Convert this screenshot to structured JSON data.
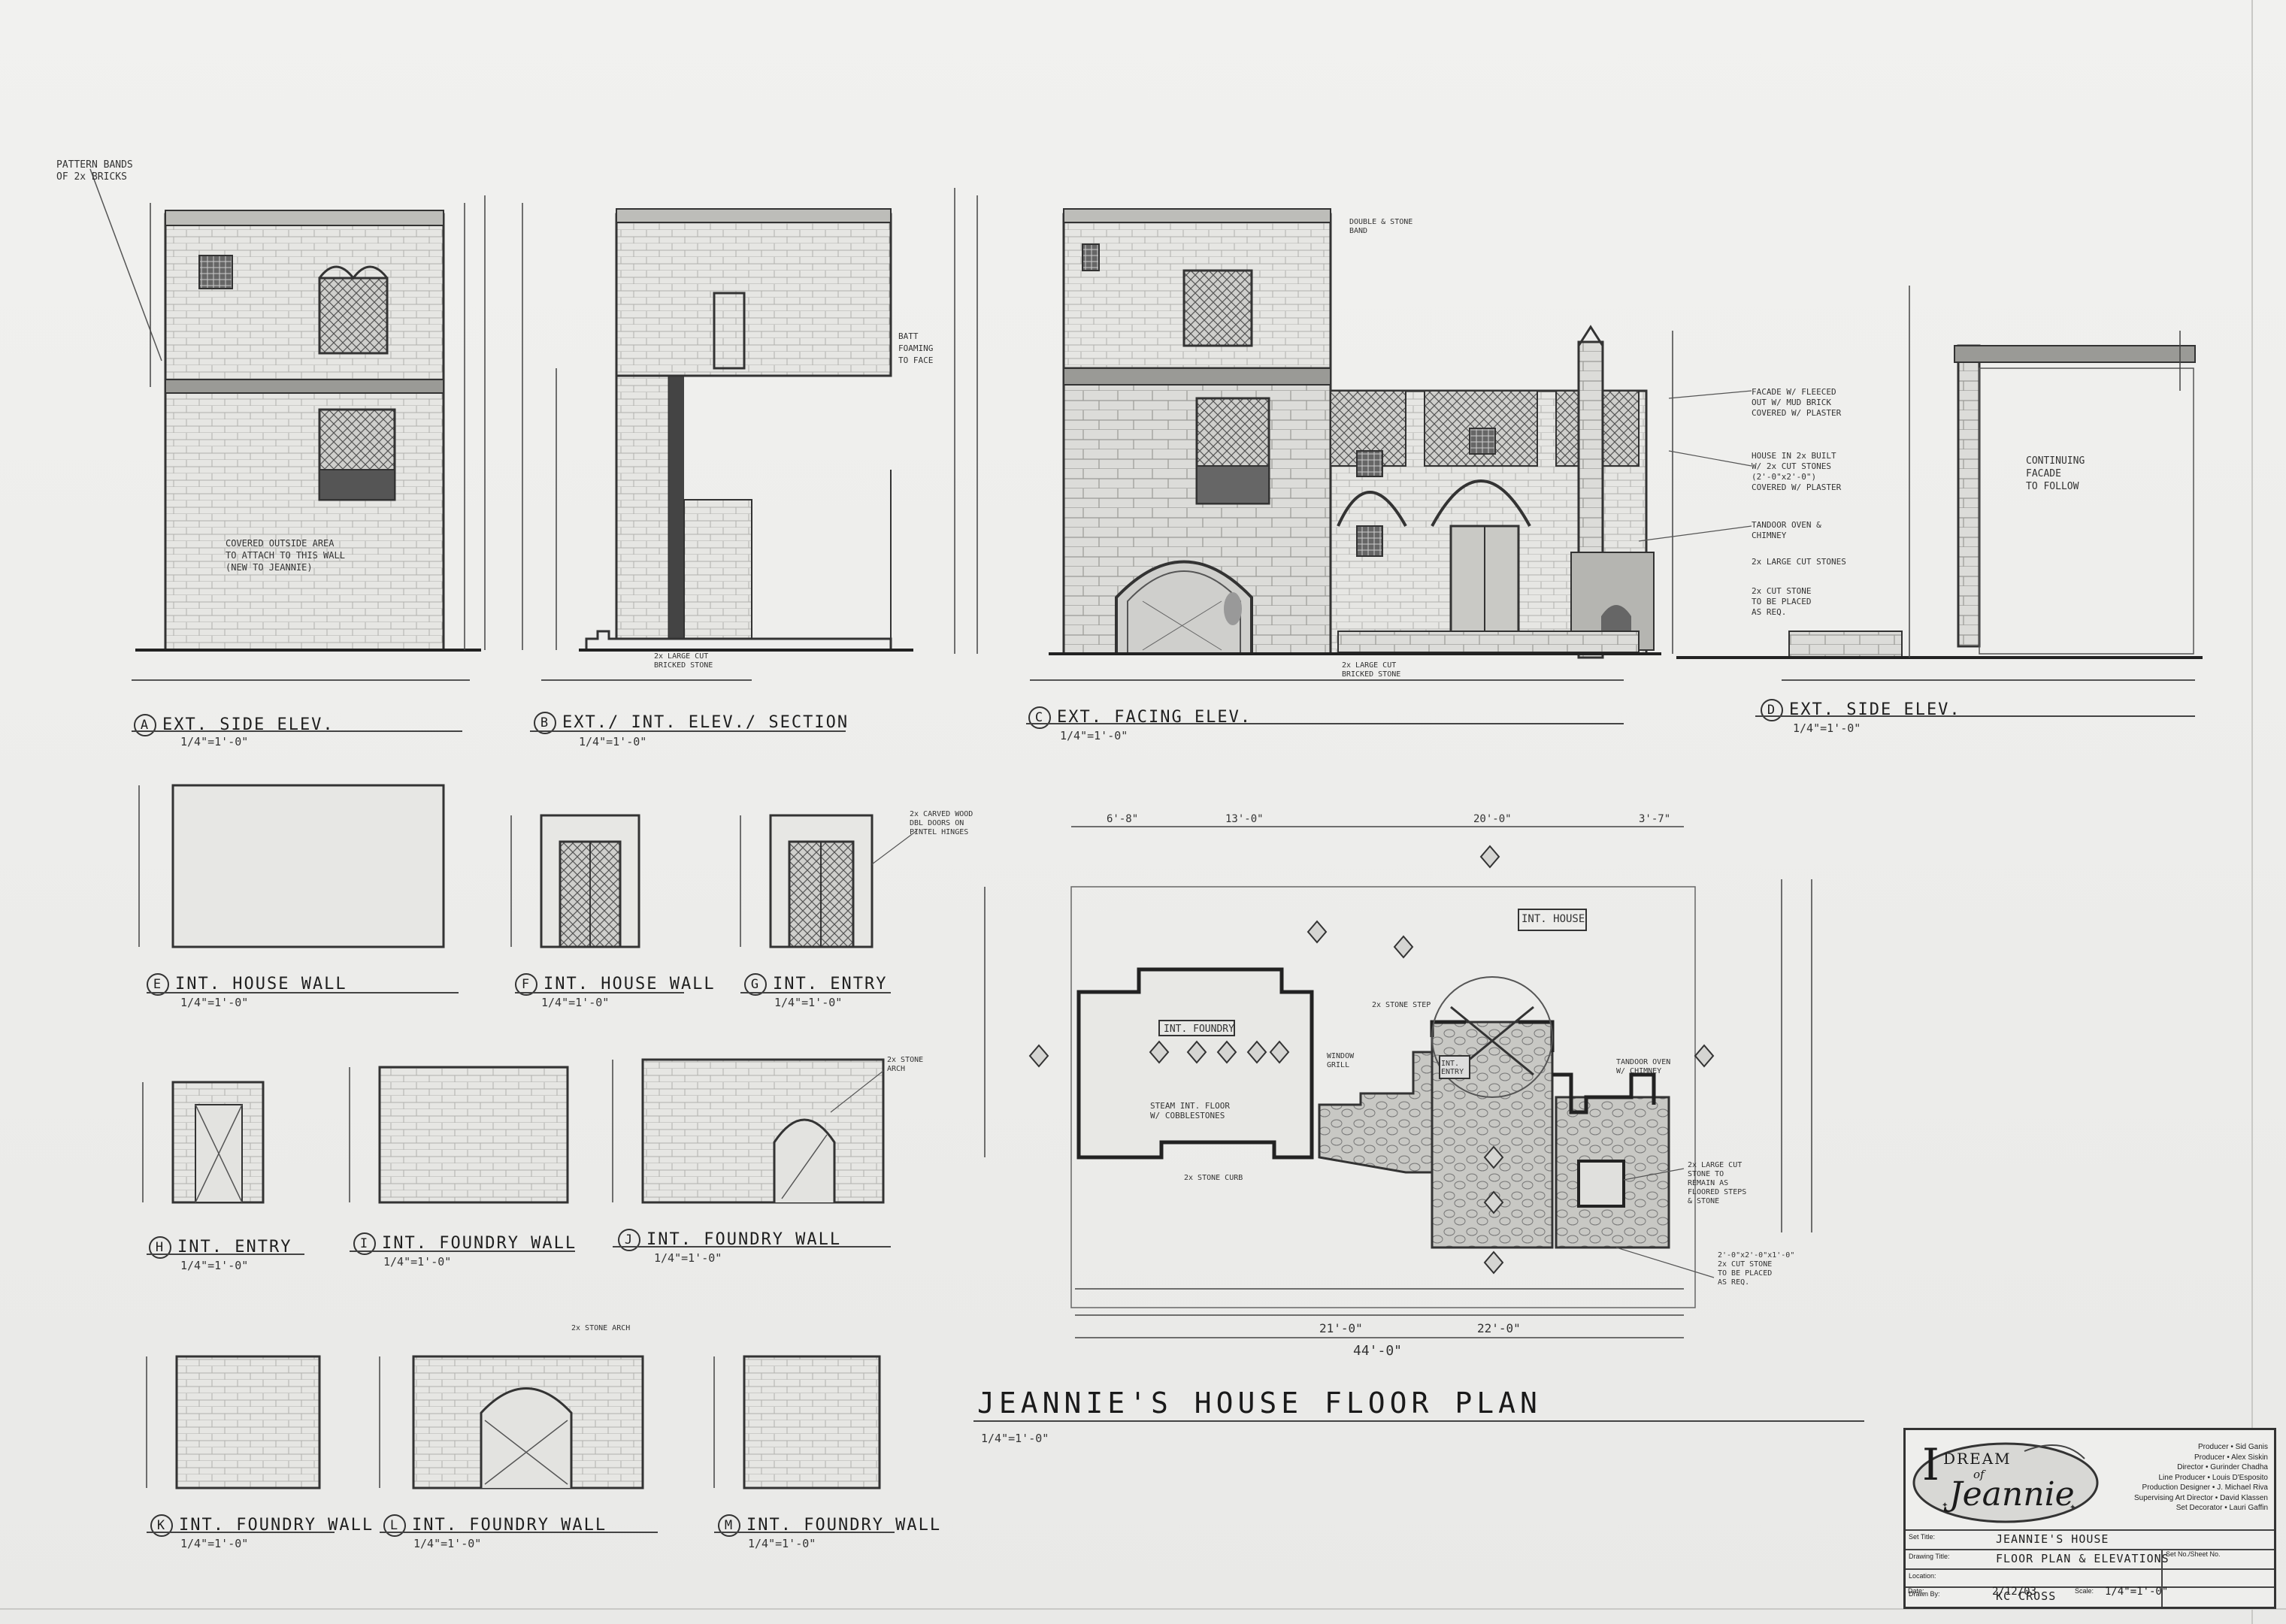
{
  "elevations": [
    {
      "letter": "A",
      "title": "EXT. SIDE ELEV.",
      "scale": "1/4\"=1'-0\""
    },
    {
      "letter": "B",
      "title": "EXT./ INT. ELEV./ SECTION",
      "scale": "1/4\"=1'-0\""
    },
    {
      "letter": "C",
      "title": "EXT. FACING ELEV.",
      "scale": "1/4\"=1'-0\""
    },
    {
      "letter": "D",
      "title": "EXT. SIDE ELEV.",
      "scale": "1/4\"=1'-0\""
    }
  ],
  "interior_walls": [
    {
      "letter": "E",
      "title": "INT. HOUSE WALL",
      "scale": "1/4\"=1'-0\""
    },
    {
      "letter": "F",
      "title": "INT. HOUSE WALL",
      "scale": "1/4\"=1'-0\""
    },
    {
      "letter": "G",
      "title": "INT. ENTRY",
      "scale": "1/4\"=1'-0\""
    },
    {
      "letter": "H",
      "title": "INT. ENTRY",
      "scale": "1/4\"=1'-0\""
    },
    {
      "letter": "I",
      "title": "INT. FOUNDRY WALL",
      "scale": "1/4\"=1'-0\""
    },
    {
      "letter": "J",
      "title": "INT. FOUNDRY WALL",
      "scale": "1/4\"=1'-0\""
    },
    {
      "letter": "K",
      "title": "INT. FOUNDRY WALL",
      "scale": "1/4\"=1'-0\""
    },
    {
      "letter": "L",
      "title": "INT. FOUNDRY WALL",
      "scale": "1/4\"=1'-0\""
    },
    {
      "letter": "M",
      "title": "INT. FOUNDRY WALL",
      "scale": "1/4\"=1'-0\""
    }
  ],
  "floor_plan": {
    "title": "JEANNIE'S HOUSE FLOOR PLAN",
    "scale": "1/4\"=1'-0\"",
    "rooms": [
      "INT. HOUSE",
      "INT. FOUNDRY",
      "INT. ENTRY"
    ],
    "overall_dim": "44'-0\"",
    "dims_top": [
      "6'-8\"",
      "13'-0\"",
      "20'-0\"",
      "3'-7\""
    ],
    "dims_bottom": [
      "21'-0\"",
      "22'-0\""
    ]
  },
  "notes": {
    "a_top": "PATTERN BANDS\nOF 2x BRICKS",
    "a_wall": "COVERED OUTSIDE AREA\nTO ATTACH TO THIS WALL\n(NEW TO JEANNIE)",
    "b_side": "BATT\nFOAMING\nTO FACE",
    "b_stair": "2x LARGE CUT\nBRICKED STONE",
    "c_top": "DOUBLE & STONE\nBAND",
    "c_facade": "FACADE W/ FLEECED\nOUT W/ MUD BRICK\nCOVERED W/ PLASTER",
    "c_house": "HOUSE IN 2x BUILT\nW/ 2x CUT STONES\n(2'-0\"x2'-0\")\nCOVERED W/ PLASTER",
    "c_chimney": "TANDOOR OVEN &\nCHIMNEY",
    "c_stone": "2x LARGE CUT STONES",
    "c_cut": "2x CUT STONE\nTO BE PLACED\nAS REQ.",
    "c_bottom": "2x LARGE CUT\nBRICKED STONE",
    "d_note": "CONTINUING\nFACADE\nTO FOLLOW",
    "g_door": "2x CARVED WOOD\nDBL DOORS ON\nPINTEL HINGES",
    "j_arch": "2x STONE\nARCH",
    "l_arch": "2x STONE ARCH",
    "plan_oven": "TANDOOR OVEN\nW/ CHIMNEY",
    "plan_stone": "2x LARGE CUT\nSTONE TO\nREMAIN AS\nFLOORED STEPS\n& STONE",
    "plan_cut": "2'-0\"x2'-0\"x1'-0\"\n2x CUT STONE\nTO BE PLACED\nAS REQ.",
    "plan_foundry": "STEAM INT. FLOOR\nW/ COBBLESTONES",
    "plan_stone2": "2x STONE CURB",
    "plan_window": "WINDOW\nGRILL",
    "plan_steps": "2x STONE STEP"
  },
  "title_block": {
    "logo_line1": "I",
    "logo_line2": "DREAM",
    "logo_line3": "of",
    "logo_line4": "Jeannie",
    "credits": [
      "Producer • Sid Ganis",
      "Producer • Alex Siskin",
      "Director • Gurinder Chadha",
      "Line Producer • Louis D'Esposito",
      "Production Designer • J. Michael Riva",
      "Supervising Art Director • David Klassen",
      "Set Decorator • Lauri Gaffin"
    ],
    "set_title_label": "Set Title:",
    "set_title": "JEANNIE'S HOUSE",
    "drawing_title_label": "Drawing Title:",
    "drawing_title": "FLOOR PLAN & ELEVATIONS",
    "location_label": "Location:",
    "location": "",
    "drawn_by_label": "Drawn By:",
    "drawn_by": "KC CROSS",
    "date_label": "Date:",
    "date": "2/12/03",
    "scale_label": "Scale:",
    "scale": "1/4\"=1'-0\"",
    "sheet_label": "Set No./Sheet No."
  },
  "colors": {
    "ink": "#2a2a2a",
    "paper": "#ececea",
    "hatch": "#555555"
  }
}
